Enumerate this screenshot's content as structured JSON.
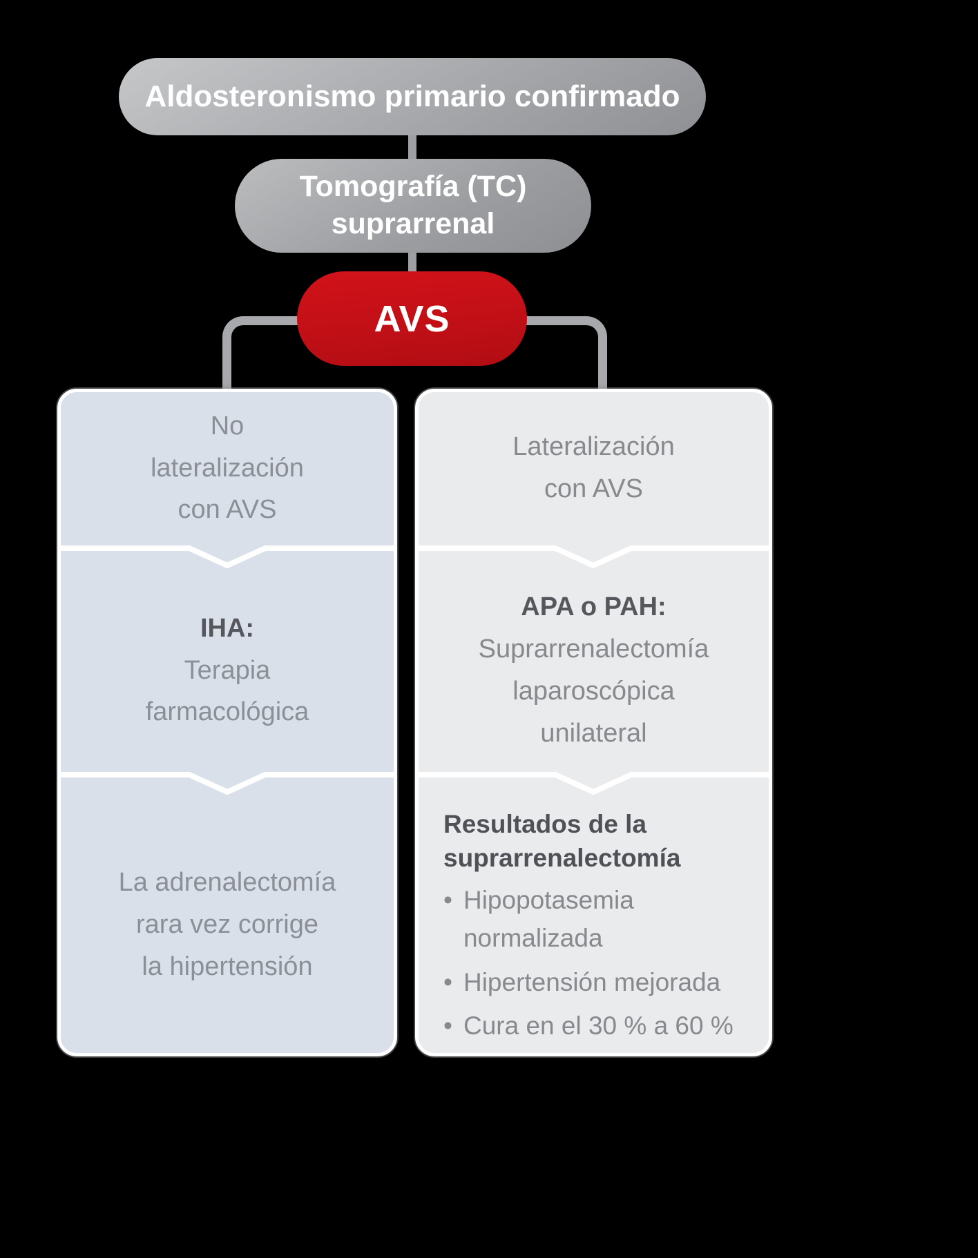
{
  "colors": {
    "background": "#000000",
    "avs_red": "#c4111a",
    "connector_gray": "#a7a9ac",
    "pill_gray": "#9b9da0",
    "left_box_bg": "#d9e0ea",
    "right_box_bg": "#eaebed",
    "body_text": "#8b8f96",
    "heading_text": "#55575c",
    "divider_white": "#ffffff"
  },
  "nodes": {
    "root": "Aldosteronismo primario confirmado",
    "ct_line1": "Tomografía (TC)",
    "ct_line2": "suprarrenal",
    "avs": "AVS"
  },
  "left_box": {
    "s1_lines": [
      "No",
      "lateralización",
      "con AVS"
    ],
    "s2_heading": "IHA:",
    "s2_lines": [
      "Terapia",
      "farmacológica"
    ],
    "s3_lines": [
      "La adrenalectomía",
      "rara vez corrige",
      "la hipertensión"
    ]
  },
  "right_box": {
    "s1_lines": [
      "Lateralización",
      "con AVS"
    ],
    "s2_heading": "APA o PAH:",
    "s2_lines": [
      "Suprarrenalectomía",
      "laparoscópica",
      "unilateral"
    ],
    "s3_heading": "Resultados de la suprarrenalectomía",
    "bullet_char": "•",
    "s3_bullets": [
      "Hipopotasemia normalizada",
      "Hipertensión mejorada",
      "Cura en el 30 % a 60 %"
    ]
  }
}
